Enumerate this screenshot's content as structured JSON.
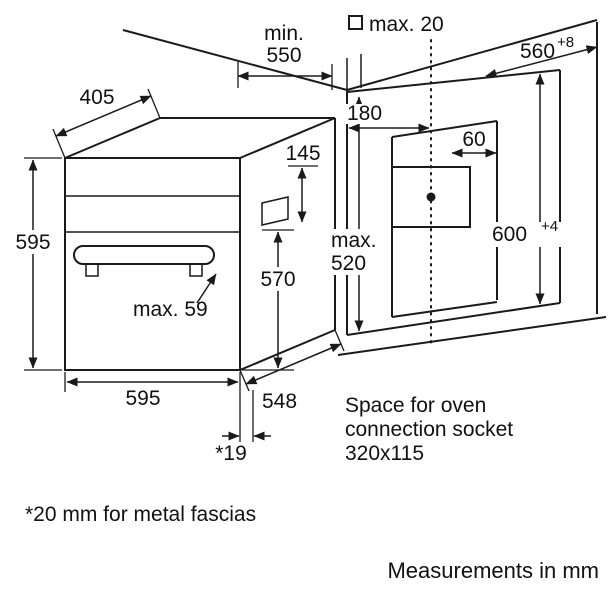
{
  "labels": {
    "min_top": "min.",
    "min_value": "550",
    "max20": "max. 20",
    "w560": "560",
    "w560_tol": "+8",
    "d405": "405",
    "d180": "180",
    "d60": "60",
    "d145": "145",
    "h595": "595",
    "max_word": "max.",
    "max520": "520",
    "h600": "600",
    "h600_tol": "+4",
    "max59": "max. 59",
    "h570": "570",
    "w595": "595",
    "d548": "548",
    "d19": "*19"
  },
  "notes": {
    "socket_1": "Space for oven",
    "socket_2": "connection socket",
    "socket_3": "320x115",
    "fascia": "*20 mm for metal fascias",
    "units": "Measurements in mm"
  },
  "colors": {
    "line": "#1a1a1a",
    "panel": "#cccccc",
    "hatch": "#4a4a4a",
    "background": "#ffffff"
  }
}
